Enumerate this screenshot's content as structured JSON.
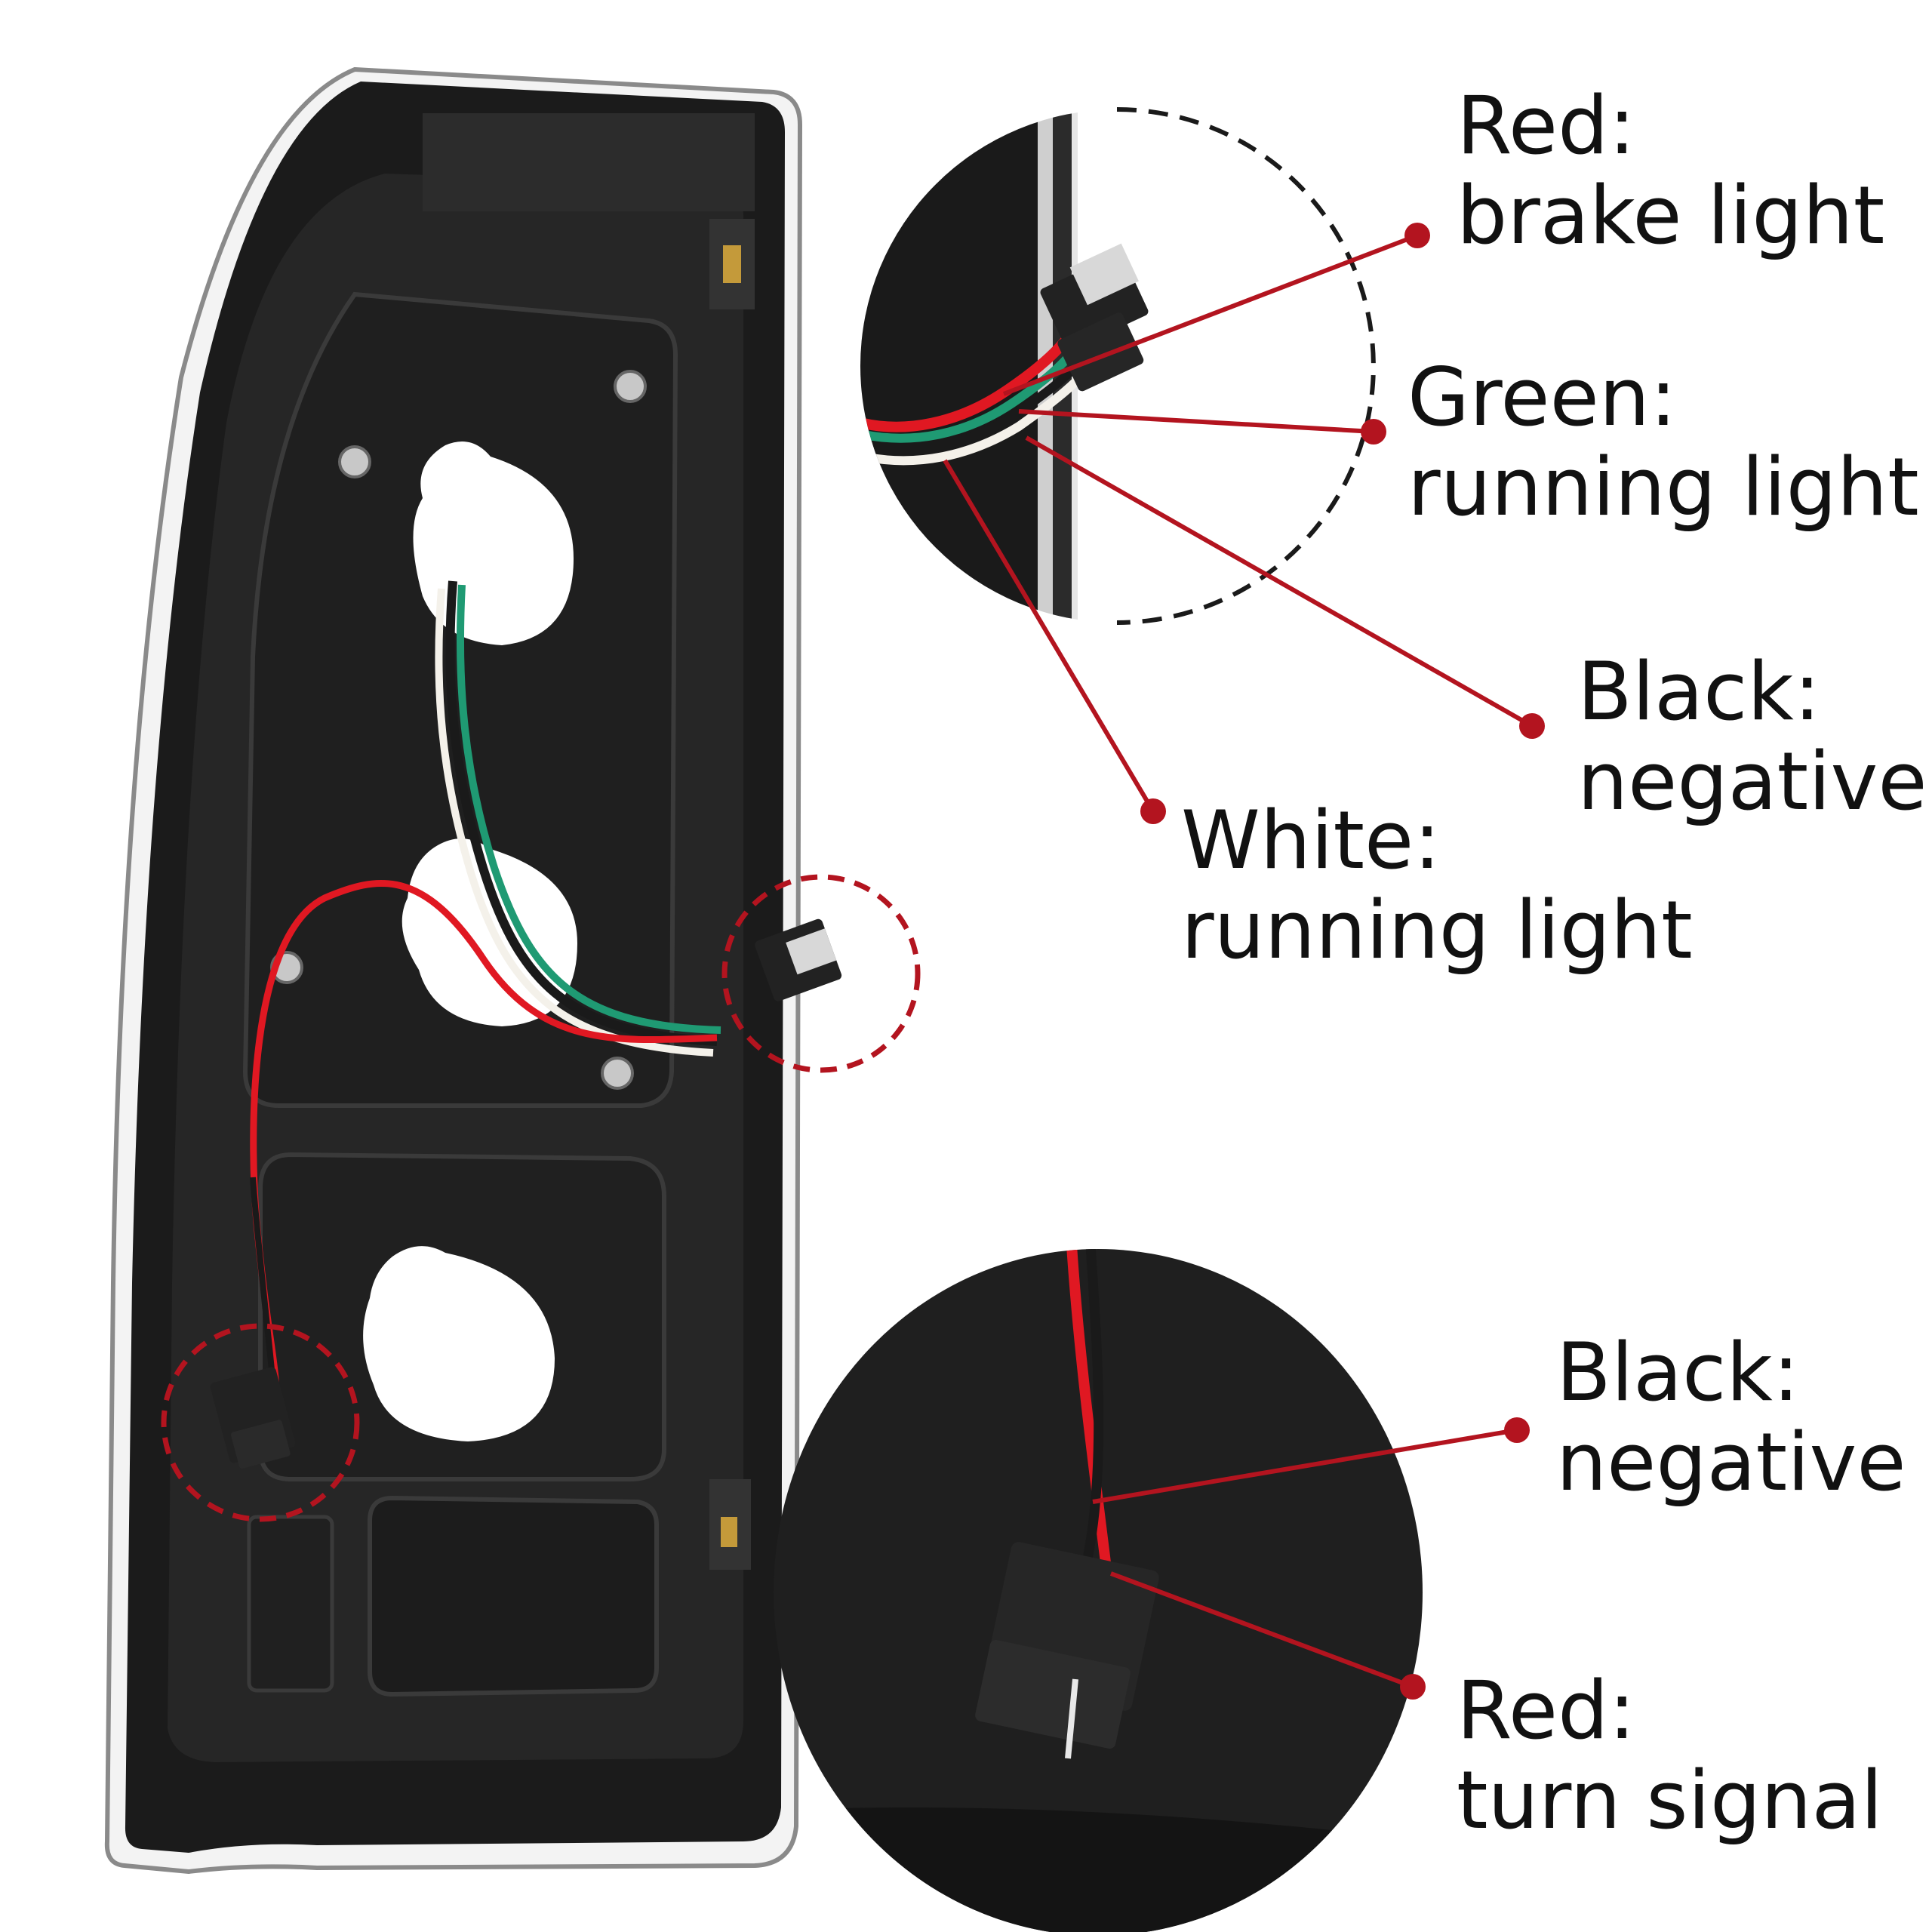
{
  "colors": {
    "background": "#ffffff",
    "callout_line": "#b3141f",
    "callout_dot": "#b3141f",
    "wire_red": "#e01822",
    "wire_green": "#1f9a73",
    "wire_white": "#f4f1ea",
    "wire_black": "#1a1a1a",
    "housing": "#1d1d1d",
    "label_text": "#111111"
  },
  "callouts": {
    "red_brake": {
      "name": "Red:",
      "desc": "brake light"
    },
    "green_running": {
      "name": "Green:",
      "desc": "running light"
    },
    "black_negative_top": {
      "name": "Black:",
      "desc": "negative"
    },
    "white_running": {
      "name": "White:",
      "desc": "running light"
    },
    "black_negative_bottom": {
      "name": "Black:",
      "desc": "negative"
    },
    "red_turn": {
      "name": "Red:",
      "desc": "turn signal"
    }
  }
}
